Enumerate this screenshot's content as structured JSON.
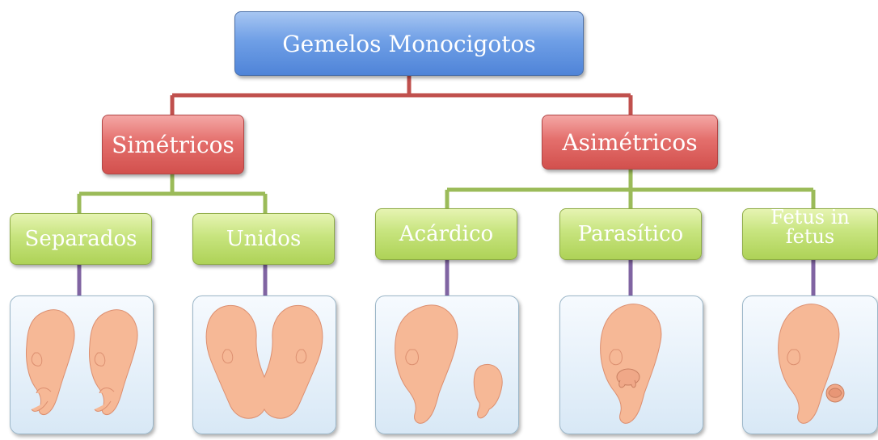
{
  "root": {
    "label": "Gemelos Monocigotos"
  },
  "branches": [
    {
      "label": "Simétricos",
      "children": [
        {
          "label": "Separados"
        },
        {
          "label": "Unidos"
        }
      ]
    },
    {
      "label": "Asimétricos",
      "children": [
        {
          "label": "Acárdico"
        },
        {
          "label": "Parasítico"
        },
        {
          "label": "Fetus in fetus"
        }
      ]
    }
  ],
  "colors": {
    "root": "#5b8ee0",
    "level1": "#df5f5c",
    "level2": "#bddd6a",
    "connector_root": "#c0504d",
    "connector_level1": "#9bbb59",
    "connector_level2": "#8064a2",
    "embryo": "#f6b896"
  }
}
